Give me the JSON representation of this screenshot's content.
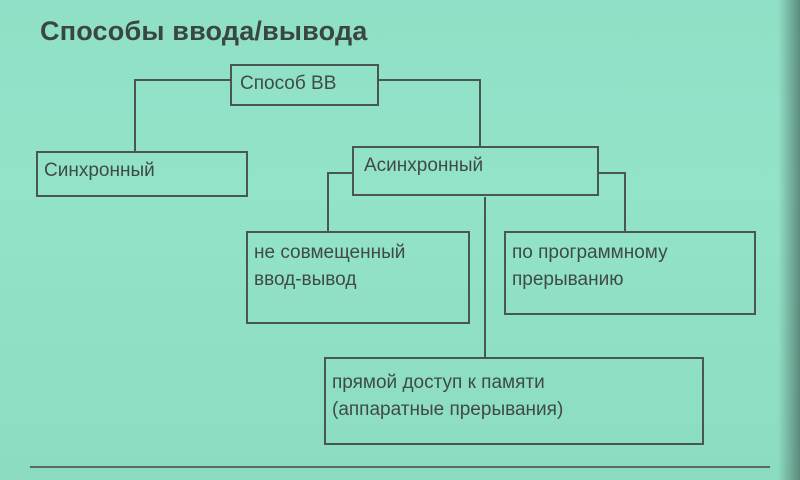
{
  "title": "Способы ввода/вывода",
  "nodes": {
    "root": {
      "lines": [
        "Способ ВВ"
      ]
    },
    "sync": {
      "lines": [
        "Синхронный"
      ]
    },
    "async": {
      "lines": [
        "Асинхронный"
      ]
    },
    "non_combined": {
      "lines": [
        "не совмещенный",
        "ввод-вывод"
      ]
    },
    "program_interrupt": {
      "lines": [
        "по программному",
        "прерыванию"
      ]
    },
    "dma": {
      "lines": [
        "прямой доступ к памяти",
        "(аппаратные прерывания)"
      ]
    }
  }
}
